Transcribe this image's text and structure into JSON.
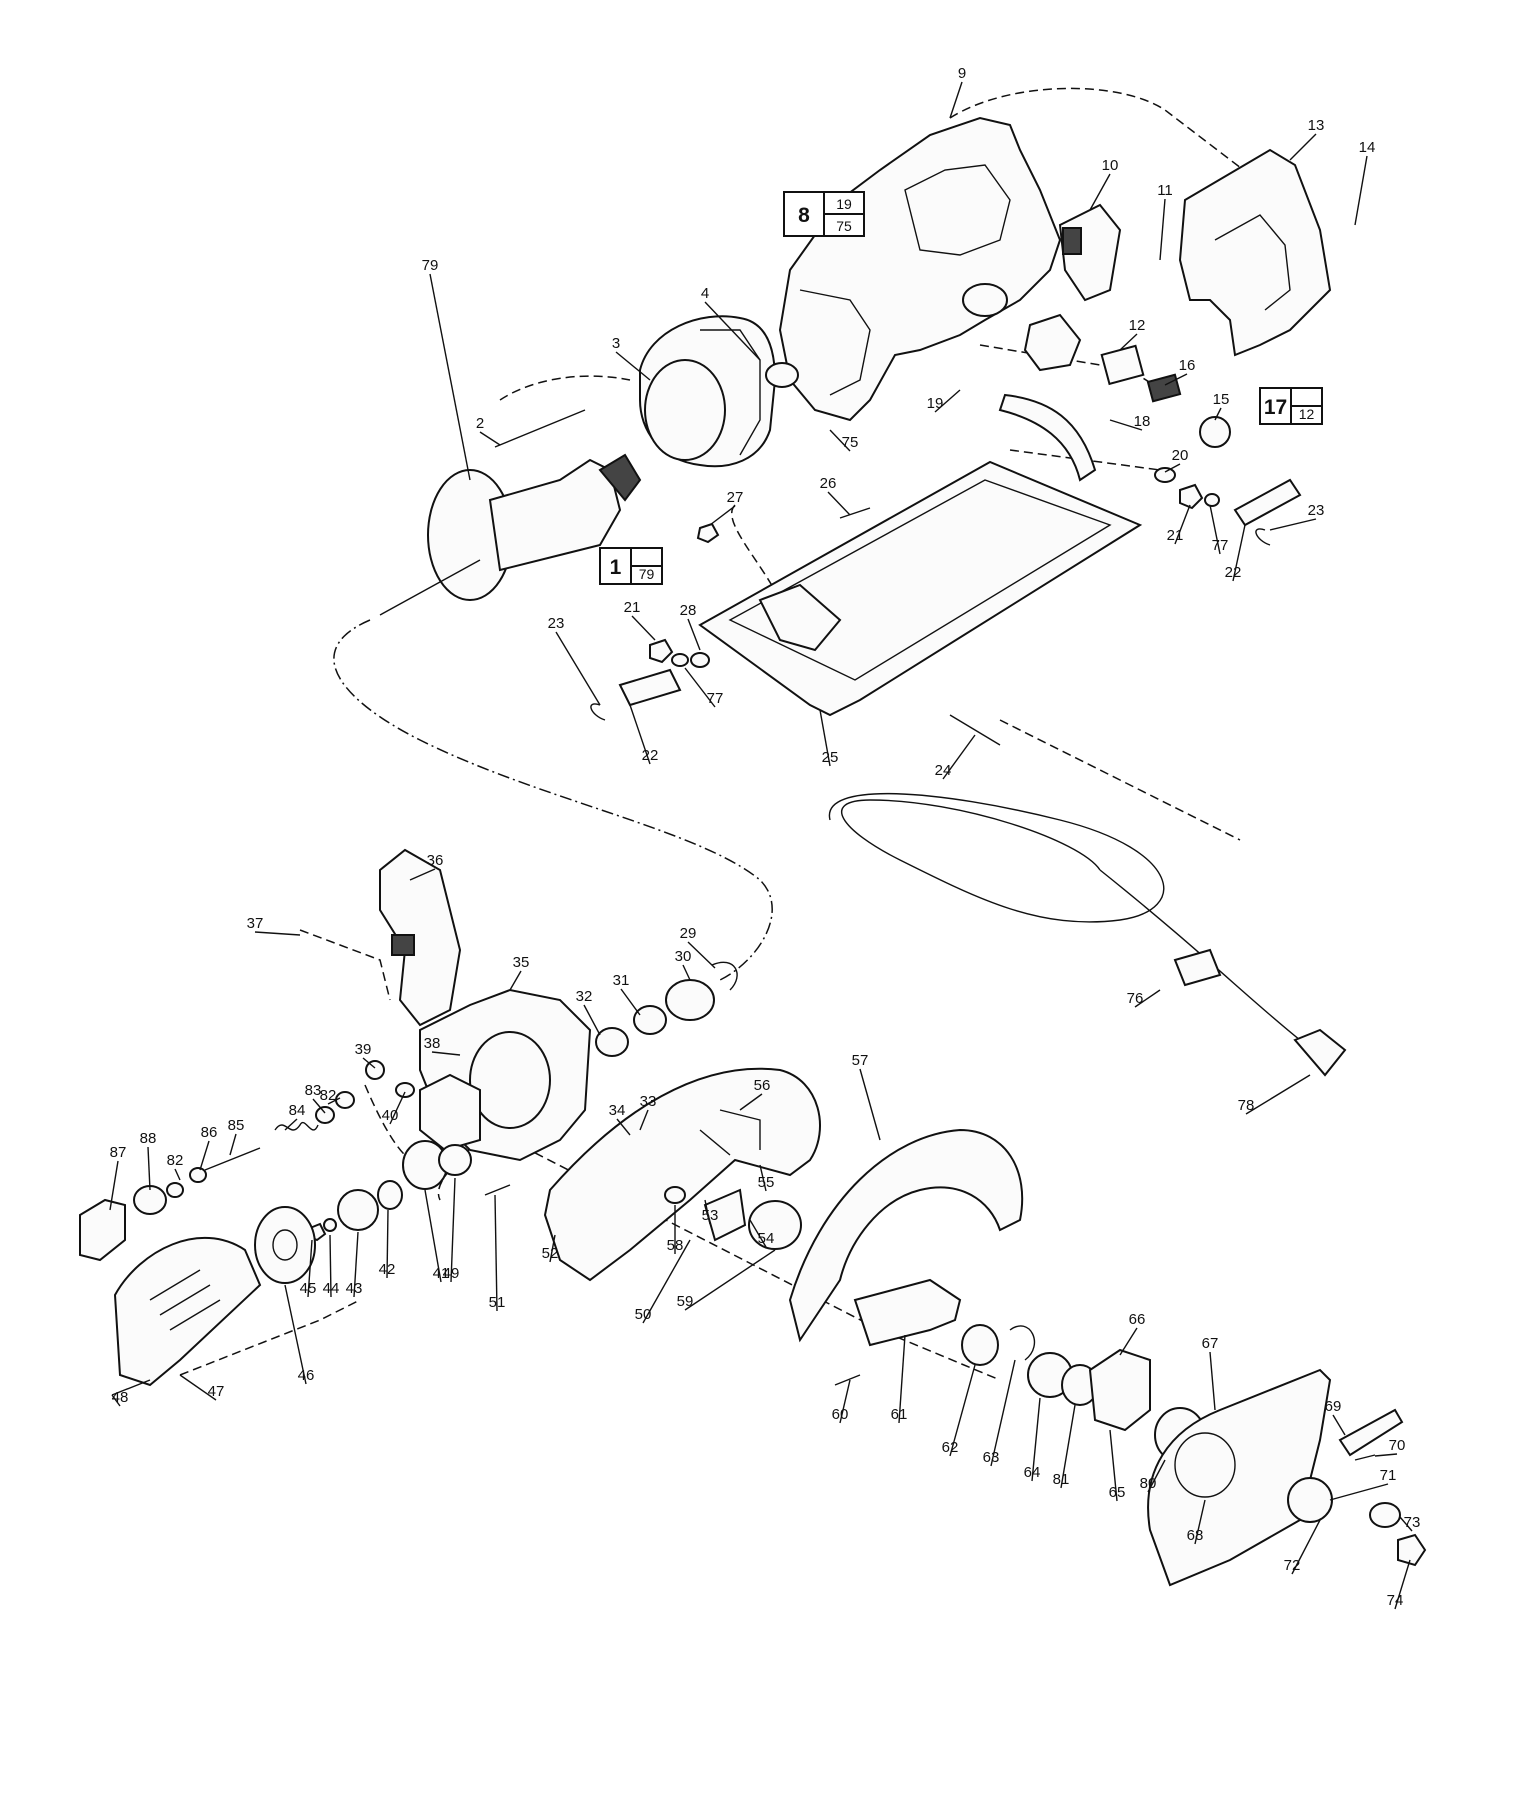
{
  "kits": [
    {
      "main": "8",
      "top": "19",
      "bottom": "75"
    },
    {
      "main": "17",
      "top": "",
      "bottom": "12"
    },
    {
      "main": "1",
      "top": "",
      "bottom": "79"
    }
  ],
  "labels": [
    "9",
    "13",
    "14",
    "10",
    "11",
    "4",
    "3",
    "12",
    "16",
    "15",
    "2",
    "19",
    "18",
    "20",
    "79",
    "75",
    "26",
    "27",
    "21",
    "77",
    "23",
    "22",
    "28",
    "21",
    "77",
    "23",
    "22",
    "25",
    "24",
    "36",
    "29",
    "30",
    "37",
    "35",
    "31",
    "32",
    "38",
    "39",
    "40",
    "82",
    "83",
    "84",
    "85",
    "82",
    "86",
    "87",
    "88",
    "34",
    "33",
    "56",
    "55",
    "53",
    "54",
    "52",
    "58",
    "41",
    "42",
    "43",
    "44",
    "45",
    "46",
    "47",
    "48",
    "49",
    "51",
    "50",
    "59",
    "57",
    "60",
    "61",
    "62",
    "63",
    "64",
    "81",
    "65",
    "66",
    "80",
    "67",
    "68",
    "69",
    "70",
    "71",
    "72",
    "73",
    "74",
    "76",
    "78"
  ]
}
